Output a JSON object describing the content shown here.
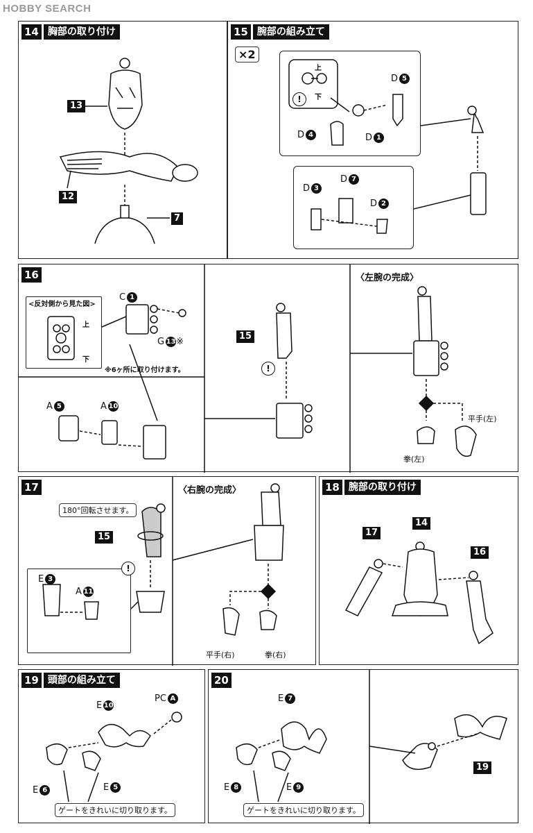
{
  "watermark": "HOBBY SEARCH",
  "steps": {
    "s14": {
      "num": "14",
      "title": "胸部の取り付け",
      "parts": [
        "13",
        "12",
        "7"
      ]
    },
    "s15": {
      "num": "15",
      "title": "腕部の組み立て",
      "multiplier": "×2",
      "up": "上",
      "down": "下",
      "warn": "!",
      "parts": {
        "d5": "D",
        "d5n": "5",
        "d4": "D",
        "d4n": "4",
        "d1": "D",
        "d1n": "1",
        "d3": "D",
        "d3n": "3",
        "d7": "D",
        "d7n": "7",
        "d2": "D",
        "d2n": "2"
      }
    },
    "s16": {
      "num": "16",
      "view_note": "<反対側から見た図>",
      "up": "上",
      "down": "下",
      "c1": "C",
      "c1n": "1",
      "g13": "G",
      "g13n": "13",
      "star": "※",
      "note6": "※6ヶ所に取り付けます。",
      "a5": "A",
      "a5n": "5",
      "a10": "A",
      "a10n": "10",
      "part15": "15",
      "complete": "〈左腕の完成〉",
      "flat_left": "平手(左)",
      "fist_left": "拳(左)"
    },
    "s17": {
      "num": "17",
      "rotate": "180°回転させます。",
      "part15": "15",
      "e3": "E",
      "e3n": "3",
      "a11": "A",
      "a11n": "11",
      "complete": "〈右腕の完成〉",
      "flat_right": "平手(右)",
      "fist_right": "拳(右)"
    },
    "s18": {
      "num": "18",
      "title": "腕部の取り付け",
      "parts": [
        "17",
        "14",
        "16"
      ]
    },
    "s19": {
      "num": "19",
      "title": "頭部の組み立て",
      "e10": "E",
      "e10n": "10",
      "pc": "PC",
      "pcn": "A",
      "e6": "E",
      "e6n": "6",
      "e5": "E",
      "e5n": "5",
      "gate": "ゲートをきれいに切り取ります。"
    },
    "s20": {
      "num": "20",
      "e7": "E",
      "e7n": "7",
      "e8": "E",
      "e8n": "8",
      "e9": "E",
      "e9n": "9",
      "gate": "ゲートをきれいに切り取ります。",
      "part19": "19"
    }
  }
}
